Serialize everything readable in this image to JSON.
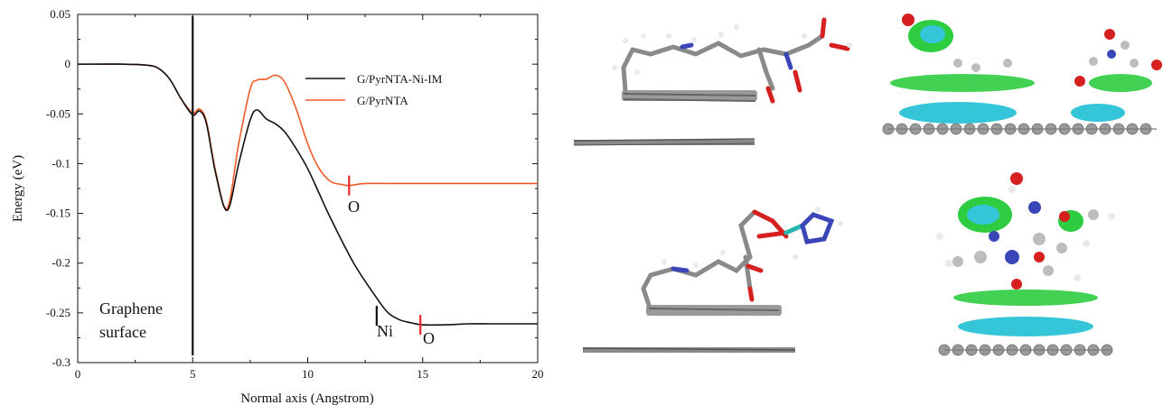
{
  "chart_data": {
    "type": "line",
    "title": "",
    "xlabel": "Normal axis (Angstrom)",
    "ylabel": "Energy (eV)",
    "xlim": [
      0,
      20
    ],
    "ylim": [
      -0.3,
      0.05
    ],
    "xticks": [
      0,
      5,
      10,
      15,
      20
    ],
    "yticks": [
      0.05,
      0,
      -0.05,
      -0.1,
      -0.15,
      -0.2,
      -0.25,
      -0.3
    ],
    "xtick_labels": [
      "0",
      "5",
      "10",
      "15",
      "20"
    ],
    "ytick_labels": [
      "0.05",
      "0",
      "-0.05",
      "-0.1",
      "-0.15",
      "-0.2",
      "-0.25",
      "-0.3"
    ],
    "grid": false,
    "legend_position": "top-right",
    "series": [
      {
        "name": "G/PyrNTA-Ni-IM",
        "color": "#111111",
        "x": [
          0,
          2,
          3,
          3.5,
          4,
          4.5,
          5,
          5.3,
          5.6,
          6,
          6.5,
          7,
          7.5,
          7.8,
          8.2,
          8.6,
          9,
          9.5,
          10,
          10.5,
          11,
          12,
          13,
          13.5,
          14,
          14.5,
          15,
          16,
          17,
          18,
          20
        ],
        "y": [
          0,
          0,
          -0.001,
          -0.004,
          -0.015,
          -0.035,
          -0.051,
          -0.047,
          -0.06,
          -0.11,
          -0.147,
          -0.1,
          -0.056,
          -0.046,
          -0.055,
          -0.06,
          -0.068,
          -0.085,
          -0.105,
          -0.13,
          -0.155,
          -0.2,
          -0.235,
          -0.25,
          -0.257,
          -0.26,
          -0.262,
          -0.262,
          -0.261,
          -0.261,
          -0.261
        ]
      },
      {
        "name": "G/PyrNTA",
        "color": "#f05a28",
        "x": [
          0,
          2,
          3,
          3.5,
          4,
          4.5,
          5,
          5.3,
          5.6,
          6,
          6.5,
          7,
          7.5,
          7.8,
          8.2,
          8.6,
          9,
          9.5,
          10,
          10.5,
          11,
          11.5,
          11.8,
          12.5,
          14,
          16,
          18,
          20
        ],
        "y": [
          0,
          0,
          -0.001,
          -0.004,
          -0.015,
          -0.035,
          -0.049,
          -0.045,
          -0.058,
          -0.108,
          -0.145,
          -0.08,
          -0.025,
          -0.016,
          -0.015,
          -0.011,
          -0.018,
          -0.045,
          -0.08,
          -0.105,
          -0.118,
          -0.121,
          -0.122,
          -0.12,
          -0.12,
          -0.12,
          -0.12,
          -0.12
        ]
      }
    ],
    "annotations": [
      {
        "id": "graphene",
        "lines": [
          "Graphene",
          "surface"
        ],
        "x": 5
      },
      {
        "id": "ni-marker",
        "label": "Ni",
        "x": 13,
        "y": -0.253,
        "color": "#111111"
      },
      {
        "id": "o-marker-black",
        "label": "O",
        "x": 14.9,
        "y": -0.262,
        "color": "#e8282c"
      },
      {
        "id": "o-marker-red",
        "label": "O",
        "x": 11.8,
        "y": -0.122,
        "color": "#e8282c"
      }
    ]
  },
  "molecules": {
    "colors": {
      "carbon": "#8a8a8a",
      "carbon-dark": "#555555",
      "hydrogen": "#f0f0f0",
      "oxygen": "#d61f1f",
      "nitrogen": "#3a45b8",
      "nickel": "#27b5b0",
      "density-green": "#2ecc40",
      "density-cyan": "#35c5d8"
    }
  }
}
